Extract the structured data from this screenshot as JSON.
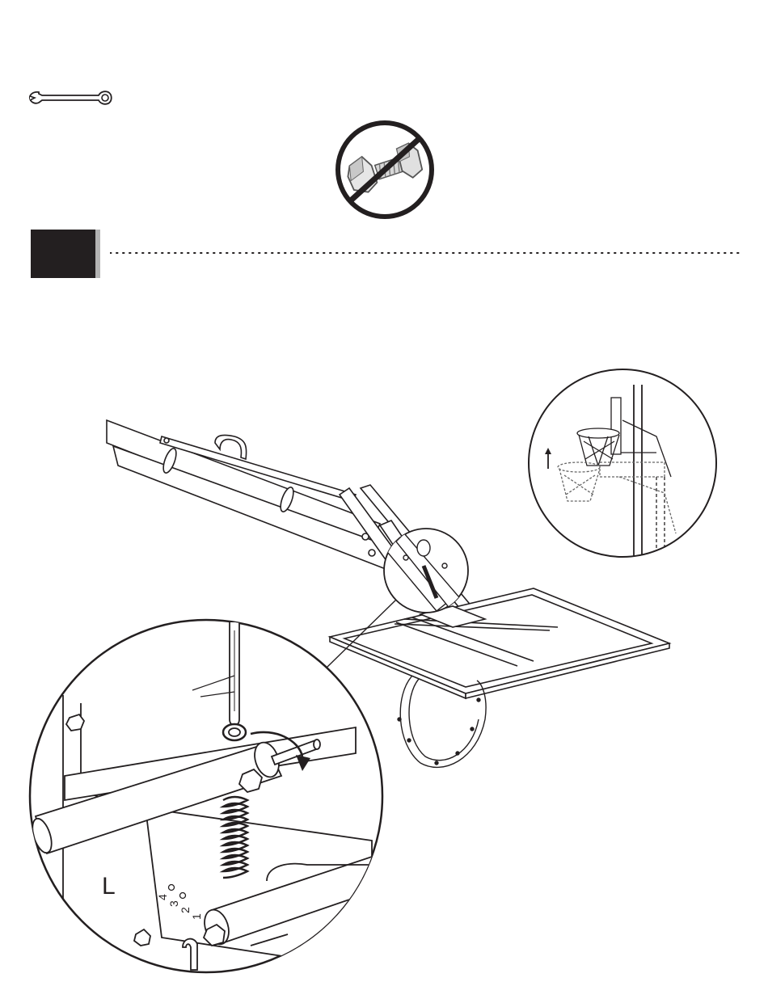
{
  "icons": {
    "wrench": "wrench-icon",
    "no_nut": "no-nut-bolt-icon",
    "up_arrow": "up-arrow-icon",
    "rotate_arrow": "rotate-arrow-icon"
  },
  "callout": {
    "hole_labels": [
      "4",
      "3",
      "2",
      "1"
    ],
    "side_label": "L"
  },
  "colors": {
    "step_box": "#231f20",
    "step_box_shadow": "#b3b3b3",
    "line": "#231f20"
  }
}
